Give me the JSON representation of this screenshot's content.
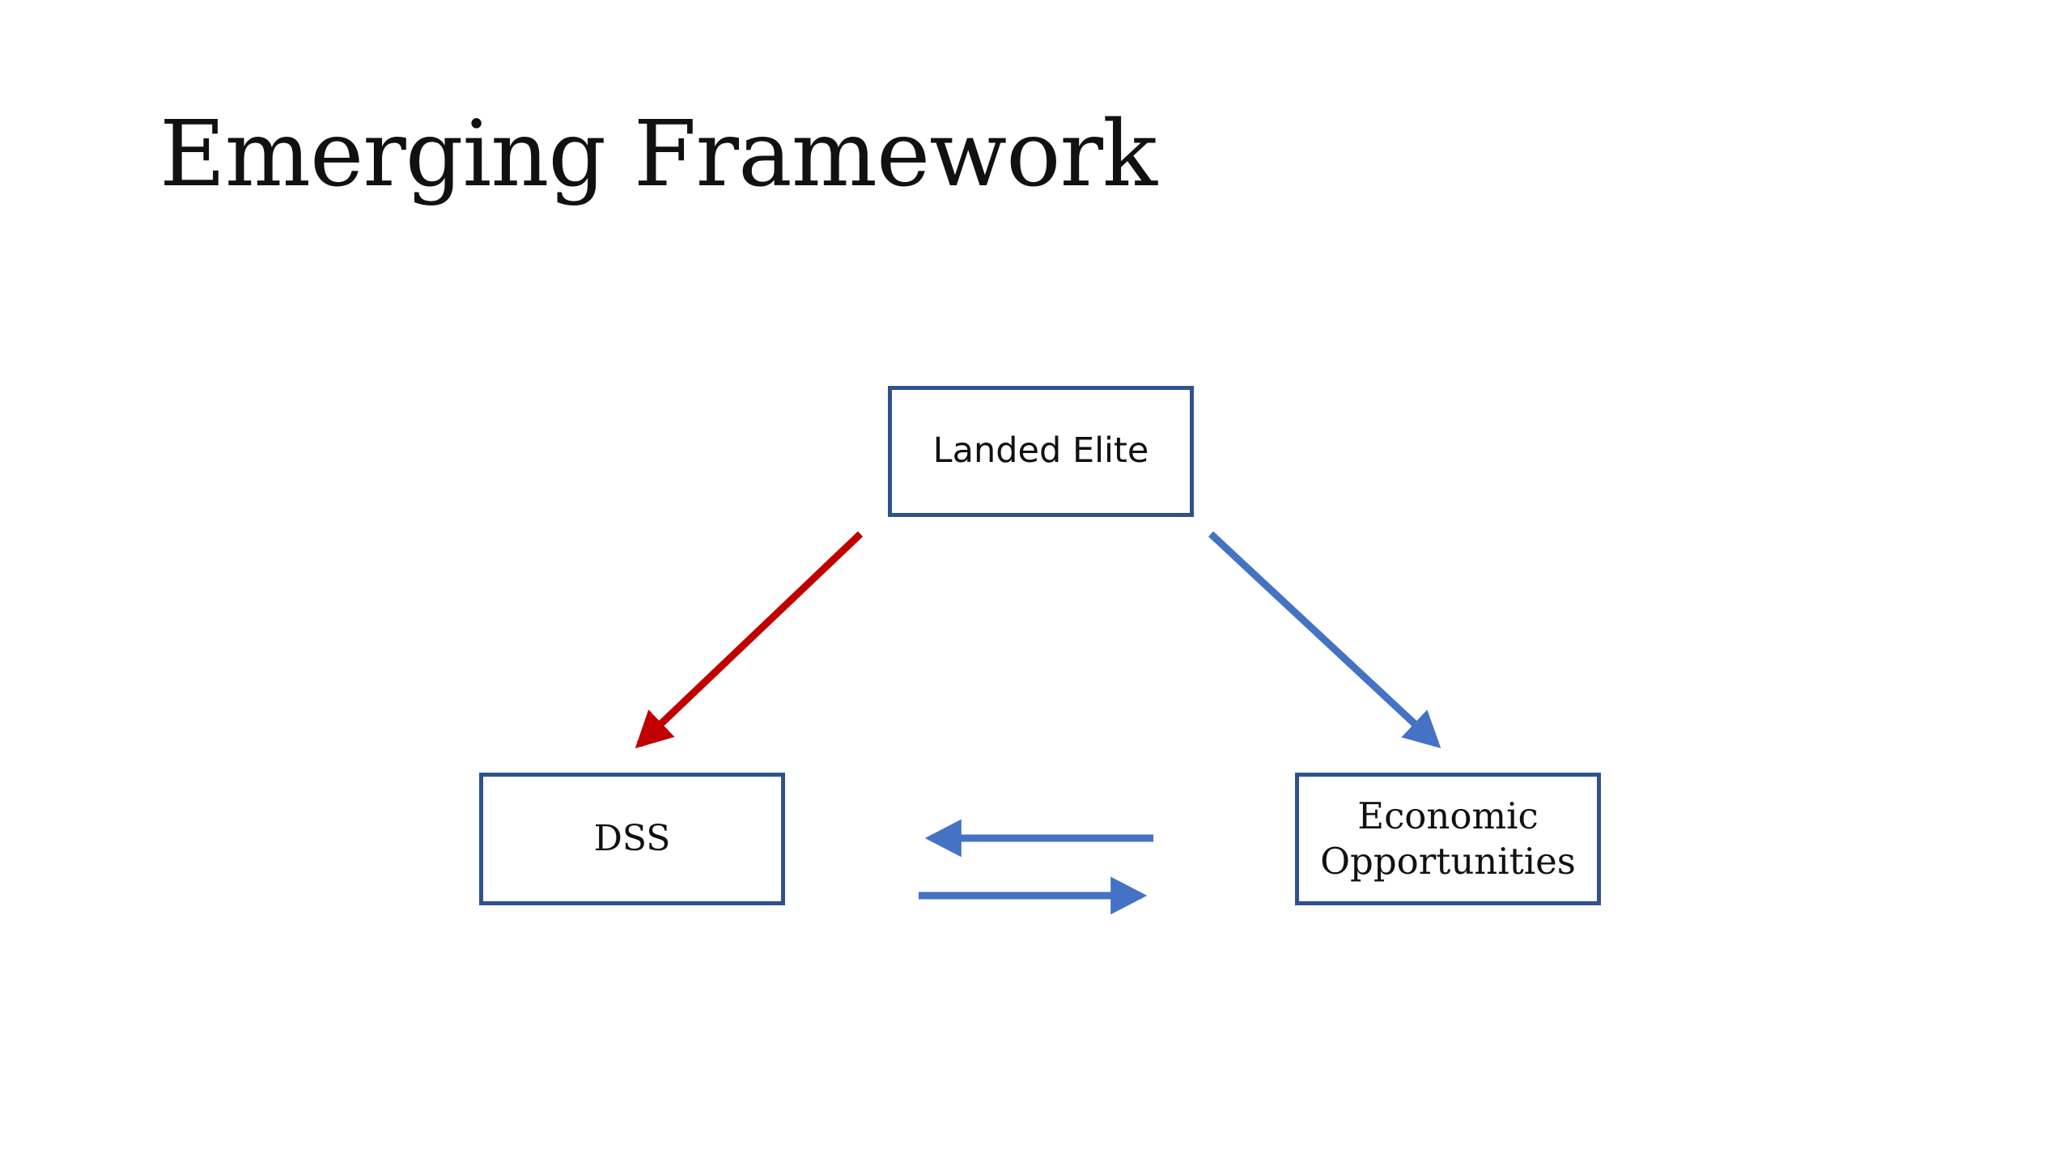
{
  "slide": {
    "title": "Emerging Framework"
  },
  "nodes": {
    "landed_elite": "Landed Elite",
    "dss": "DSS",
    "economic_opportunities": [
      "Economic",
      "Opportunities"
    ]
  },
  "edges": [
    {
      "from": "landed_elite",
      "to": "dss",
      "color": "#c00000"
    },
    {
      "from": "landed_elite",
      "to": "economic_opportunities",
      "color": "#4472c4"
    },
    {
      "from": "economic_opportunities",
      "to": "dss",
      "color": "#4472c4"
    },
    {
      "from": "dss",
      "to": "economic_opportunities",
      "color": "#4472c4"
    }
  ],
  "colors": {
    "box_border": "#2f528f",
    "red_arrow": "#c00000",
    "blue_arrow": "#4472c4"
  }
}
